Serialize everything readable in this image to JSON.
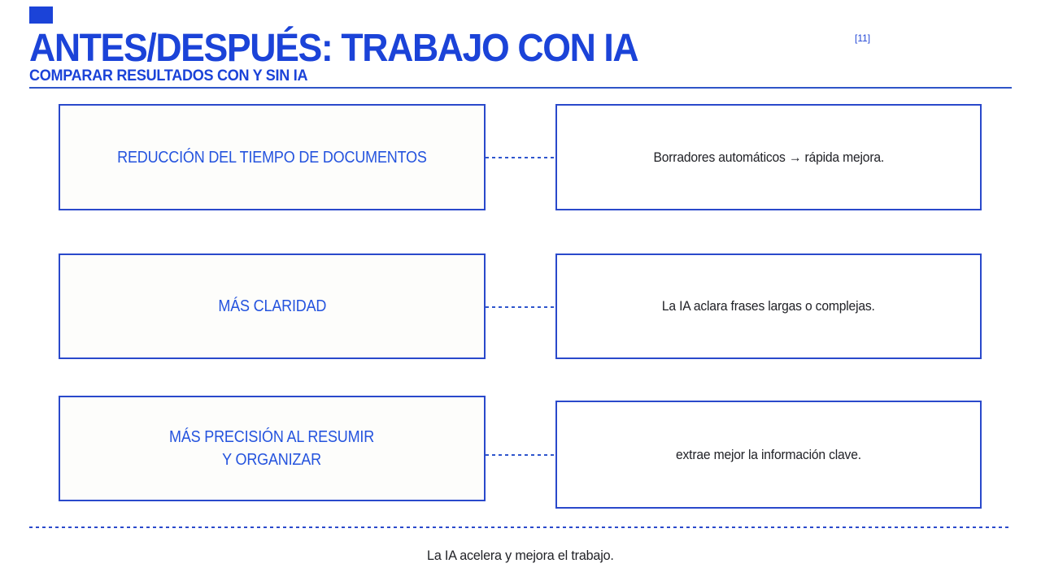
{
  "page": {
    "title": "ANTES/DESPUÉS: TRABAJO CON IA",
    "subtitle": "COMPARAR RESULTADOS CON Y SIN IA",
    "ref": "[11]",
    "footer": "La IA acelera y mejora el trabajo."
  },
  "colors": {
    "accent_blue": "#1b43d8",
    "border_blue": "#2a49cb",
    "heading_blue": "#2453de",
    "body_text": "#212227"
  },
  "rows": [
    {
      "before": "REDUCCIÓN DEL TIEMPO DE DOCUMENTOS",
      "after": "Borradores automáticos → rápida mejora."
    },
    {
      "before": "MÁS CLARIDAD",
      "after": "La IA aclara frases largas o complejas."
    },
    {
      "before": "MÁS PRECISIÓN AL RESUMIR\nY ORGANIZAR",
      "after": "extrae mejor la información clave."
    }
  ]
}
